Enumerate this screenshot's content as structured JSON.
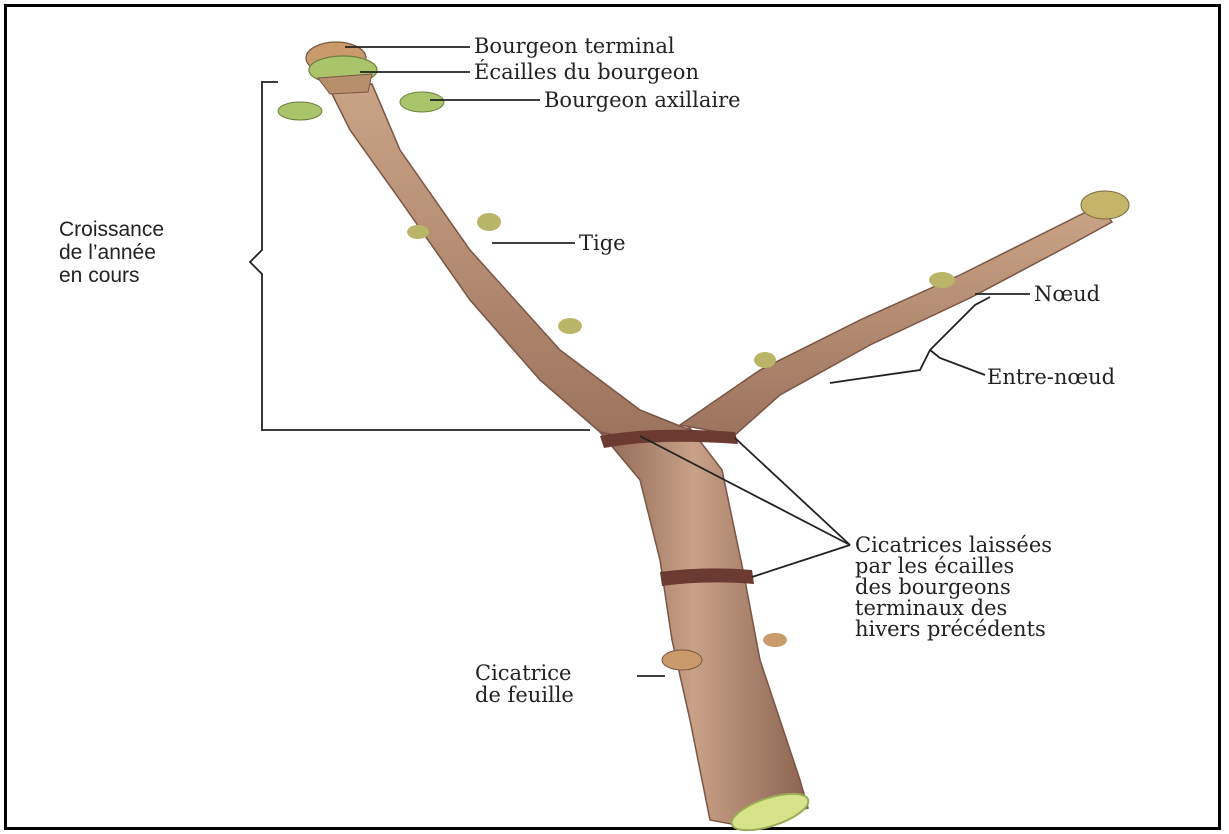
{
  "labels": {
    "terminal_bud": "Bourgeon terminal",
    "bud_scales": "Écailles du bourgeon",
    "axillary_bud": "Bourgeon axillaire",
    "current_growth": "Croissance\nde l’année\nen cours",
    "stem": "Tige",
    "node": "Nœud",
    "internode": "Entre-nœud",
    "bud_scale_scars": "Cicatrices laissées\npar les écailles\ndes bourgeons\nterminaux des\nhivers précédents",
    "leaf_scar": "Cicatrice\nde feuille"
  },
  "colors": {
    "bark": "#b38a72",
    "bark_dark": "#8a6350",
    "bark_light": "#d2ae93",
    "bud_green": "#a9c46a",
    "bud_brown": "#c99a6a",
    "scar": "#6b3a30",
    "cut_face": "#d6e38a",
    "line": "#222222"
  }
}
